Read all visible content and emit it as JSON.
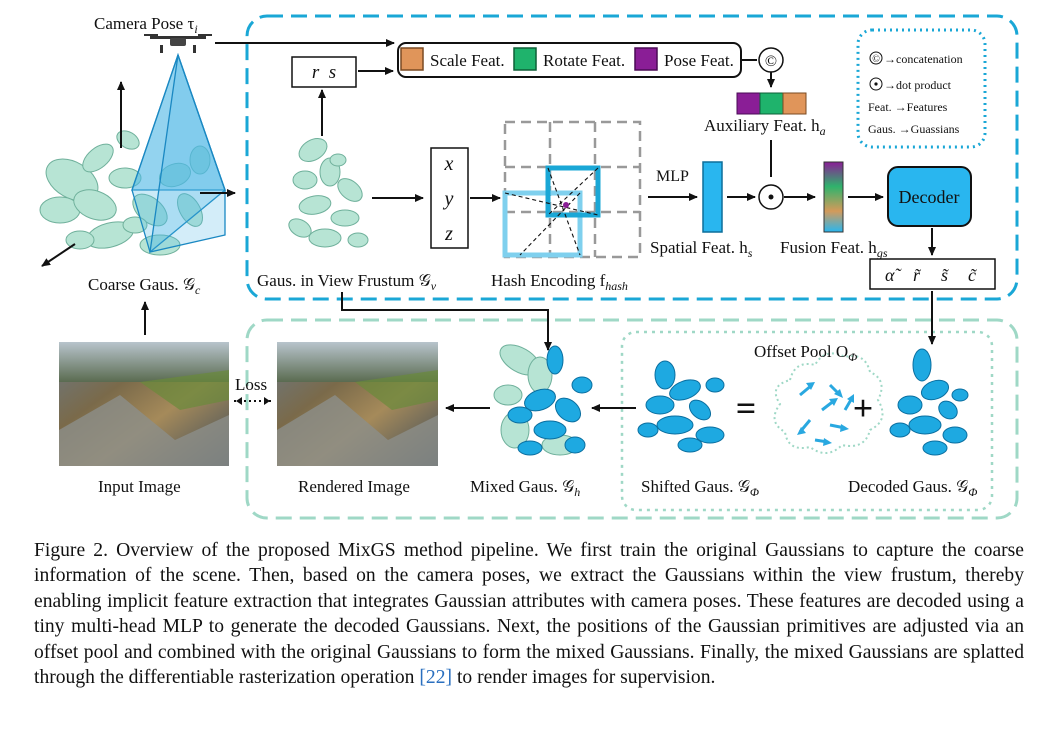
{
  "figure": {
    "camera_pose": "Camera Pose τ",
    "camera_pose_sub": "i",
    "coarse_gaus": "Coarse Gaus. 𝒢",
    "coarse_gaus_sub": "c",
    "input_image": "Input Image",
    "loss": "Loss",
    "rendered_image": "Rendered Image",
    "r_s": "r  s",
    "gaus_view": "Gaus. in View Frustum 𝒢",
    "gaus_view_sub": "v",
    "x": "x",
    "y": "y",
    "z": "z",
    "hash_encoding": "Hash Encoding f",
    "hash_sub": "hash",
    "scale_feat": "Scale Feat.",
    "rotate_feat": "Rotate Feat.",
    "pose_feat": "Pose Feat.",
    "concat_symbol": "©",
    "auxiliary_feat": "Auxiliary Feat. h",
    "auxiliary_sub": "a",
    "mlp": "MLP",
    "spatial_feat": "Spatial Feat. h",
    "spatial_sub": "s",
    "dot_symbol": "⊙",
    "fusion_feat": "Fusion Feat. h",
    "fusion_sub": "gs",
    "decoder": "Decoder",
    "attrs": [
      "α̃",
      "r̃",
      "s̃",
      "c̃"
    ],
    "legend": {
      "concat": "→concatenation",
      "dot": "→dot product",
      "feat": "Feat. →Features",
      "gaus": "Gaus. →Guassians"
    },
    "offset_pool": "Offset Pool O",
    "offset_sub": "Φ",
    "mixed_gaus": "Mixed Gaus. 𝒢",
    "mixed_sub": "h",
    "shifted_gaus": "Shifted Gaus. 𝒢",
    "shifted_sub": "Φ",
    "decoded_gaus": "Decoded Gaus. 𝒢",
    "decoded_sub": "Φ",
    "equals": "=",
    "plus": "+"
  },
  "colors": {
    "dashed_blue": "#1aa7d6",
    "dashed_green": "#9fd8c6",
    "gaussian_green": "#b7e4d4",
    "gaussian_blue": "#1ea9e1",
    "scale_orange": "#e0955a",
    "rotate_green": "#1fb36c",
    "pose_purple": "#8a1e96",
    "decoder_fill": "#29b6ef"
  },
  "caption": {
    "text_before": "Figure 2. Overview of the proposed MixGS method pipeline. We first train the original Gaussians to capture the coarse information of the scene. Then, based on the camera poses, we extract the Gaussians within the view frustum, thereby enabling implicit feature extraction that integrates Gaussian attributes with camera poses. These features are decoded using a tiny multi-head MLP to generate the decoded Gaussians. Next, the positions of the Gaussian primitives are adjusted via an offset pool and combined with the original Gaussians to form the mixed Gaussians. Finally, the mixed Gaussians are splatted through the differentiable rasterization operation ",
    "ref": "[22]",
    "text_after": " to render images for supervision."
  }
}
